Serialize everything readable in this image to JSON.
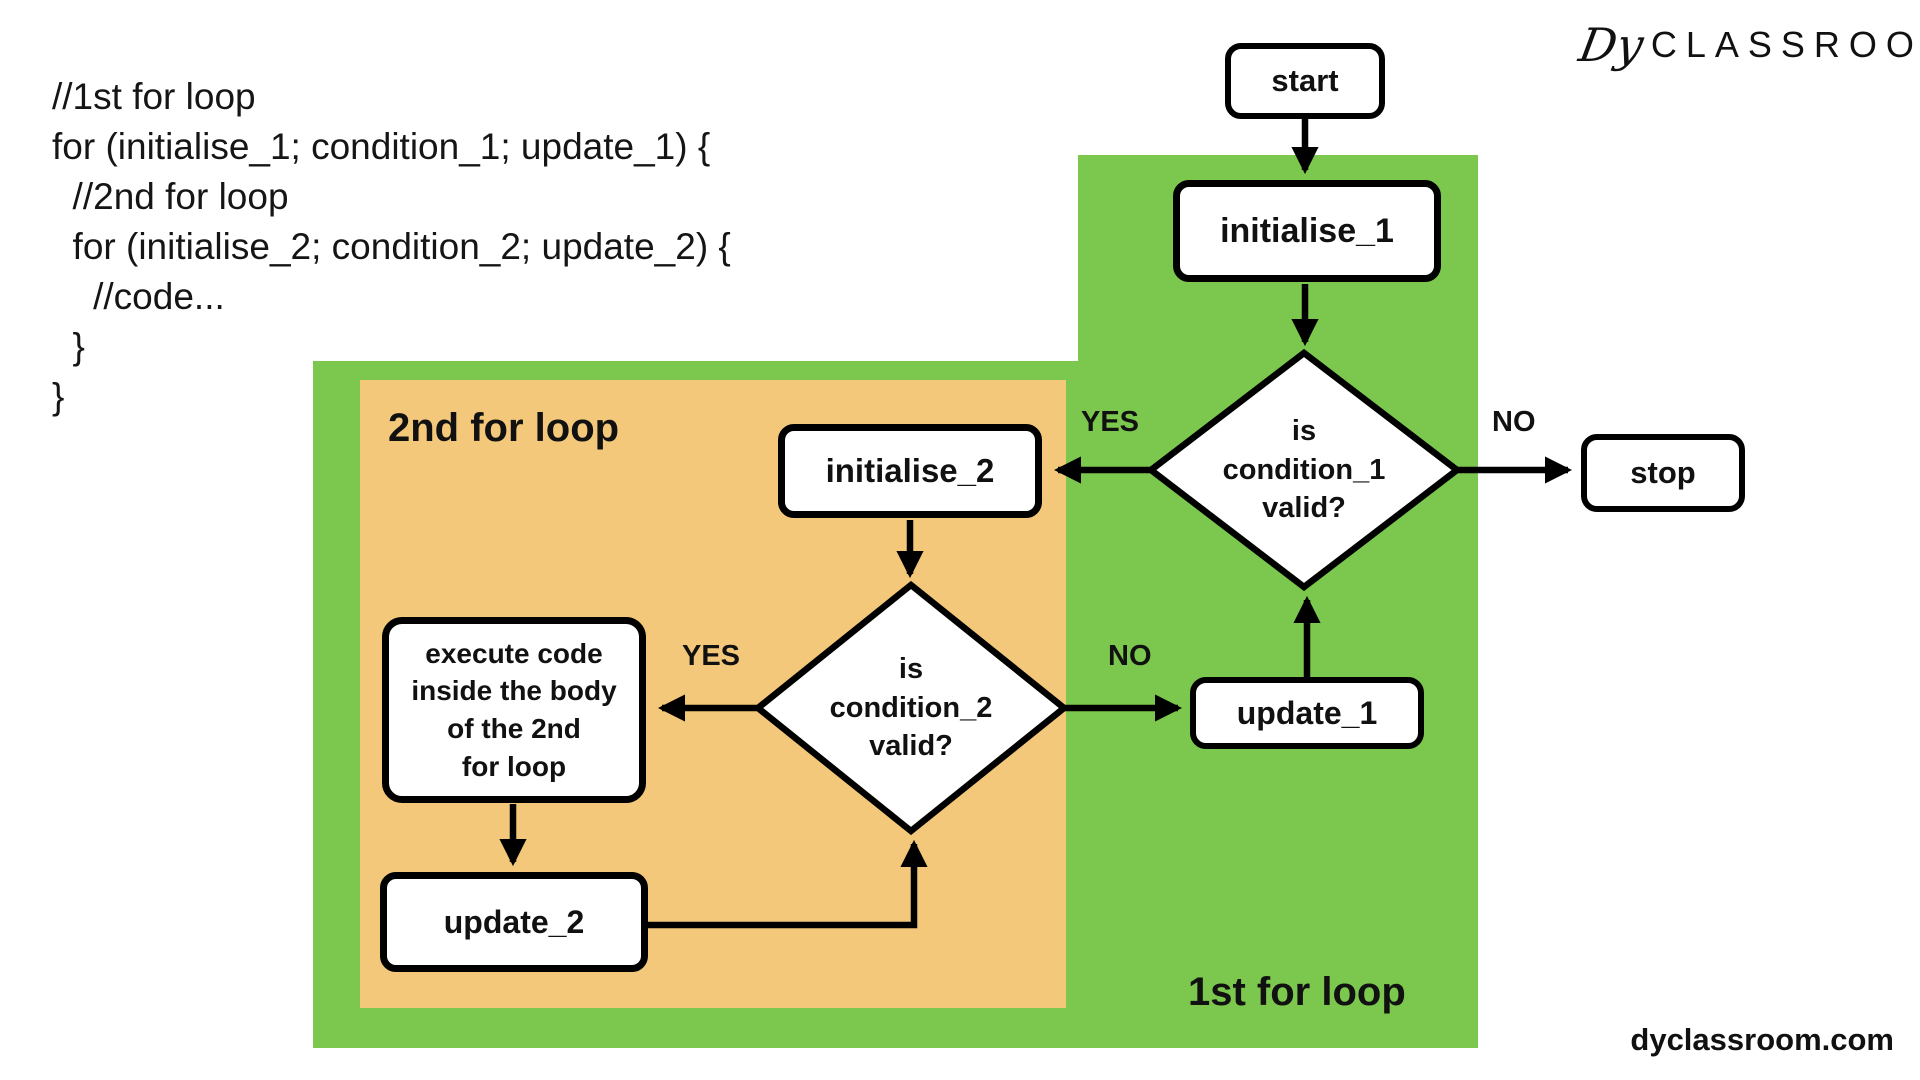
{
  "code": {
    "text": "//1st for loop\nfor (initialise_1; condition_1; update_1) {\n  //2nd for loop\n  for (initialise_2; condition_2; update_2) {\n    //code...\n  }\n}"
  },
  "logo": {
    "monogram": "Dy",
    "wordmark": "CLASSROOM"
  },
  "regions": {
    "outer_label": "1st for loop",
    "inner_label": "2nd for loop"
  },
  "colors": {
    "outer_loop_bg": "#7cc84e",
    "inner_loop_bg": "#f4c87a",
    "node_bg": "#ffffff",
    "stroke": "#000000"
  },
  "nodes": {
    "start": "start",
    "initialise_1": "initialise_1",
    "condition_1": "is\ncondition_1\nvalid?",
    "stop": "stop",
    "initialise_2": "initialise_2",
    "condition_2": "is\ncondition_2\nvalid?",
    "execute_body": "execute code\ninside the body\nof the 2nd\nfor loop",
    "update_1": "update_1",
    "update_2": "update_2"
  },
  "edge_labels": {
    "condition_1_yes": "YES",
    "condition_1_no": "NO",
    "condition_2_yes": "YES",
    "condition_2_no": "NO"
  },
  "footer": {
    "site": "dyclassroom.com"
  }
}
